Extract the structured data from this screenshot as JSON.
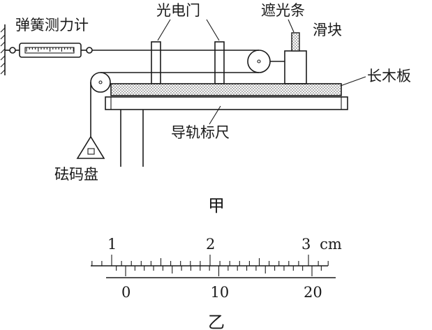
{
  "labels": {
    "spring_scale": "弹簧测力计",
    "photogate": "光电门",
    "shading_strip": "遮光条",
    "slider": "滑块",
    "long_board": "长木板",
    "guide_rail_ruler": "导轨标尺",
    "weight_tray": "砝码盘",
    "figure_a": "甲",
    "figure_b": "乙"
  },
  "vernier": {
    "main_scale": {
      "unit": "cm",
      "labels": [
        "1",
        "2",
        "3"
      ],
      "minor_divisions_per_label": 10
    },
    "vernier_scale": {
      "labels": [
        "0",
        "10",
        "20"
      ],
      "divisions": 20
    }
  }
}
